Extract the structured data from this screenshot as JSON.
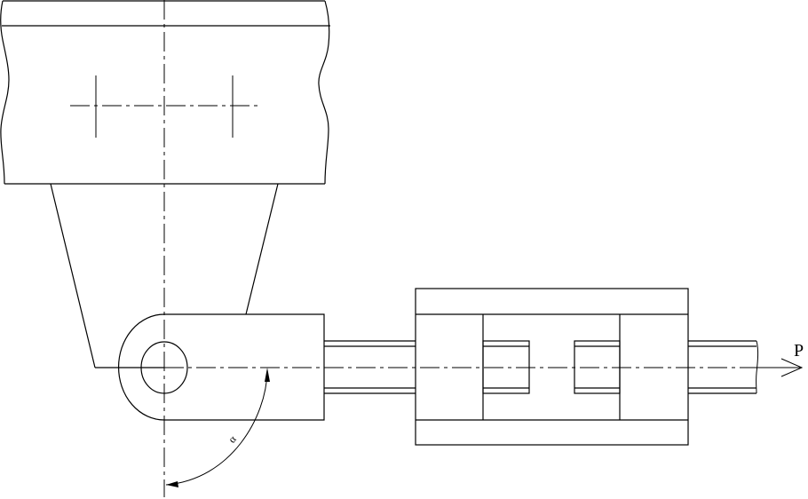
{
  "drawing": {
    "type": "mechanical-assembly-sketch",
    "line_color": "#000000",
    "background": "#ffffff"
  },
  "labels": {
    "force": "P",
    "angle": "α"
  },
  "components": [
    {
      "name": "upper-body",
      "description": "Rectangular body with wavy break lines on both sides and two bolt-hole centre marks"
    },
    {
      "name": "tapered-bracket",
      "description": "Trapezoidal support connecting upper body to clevis"
    },
    {
      "name": "clevis-eye",
      "description": "Rounded eye with pin hole"
    },
    {
      "name": "rod",
      "description": "Tie rod passing through block assembly"
    },
    {
      "name": "coupling-block",
      "description": "Block with two internal nut pockets"
    }
  ]
}
